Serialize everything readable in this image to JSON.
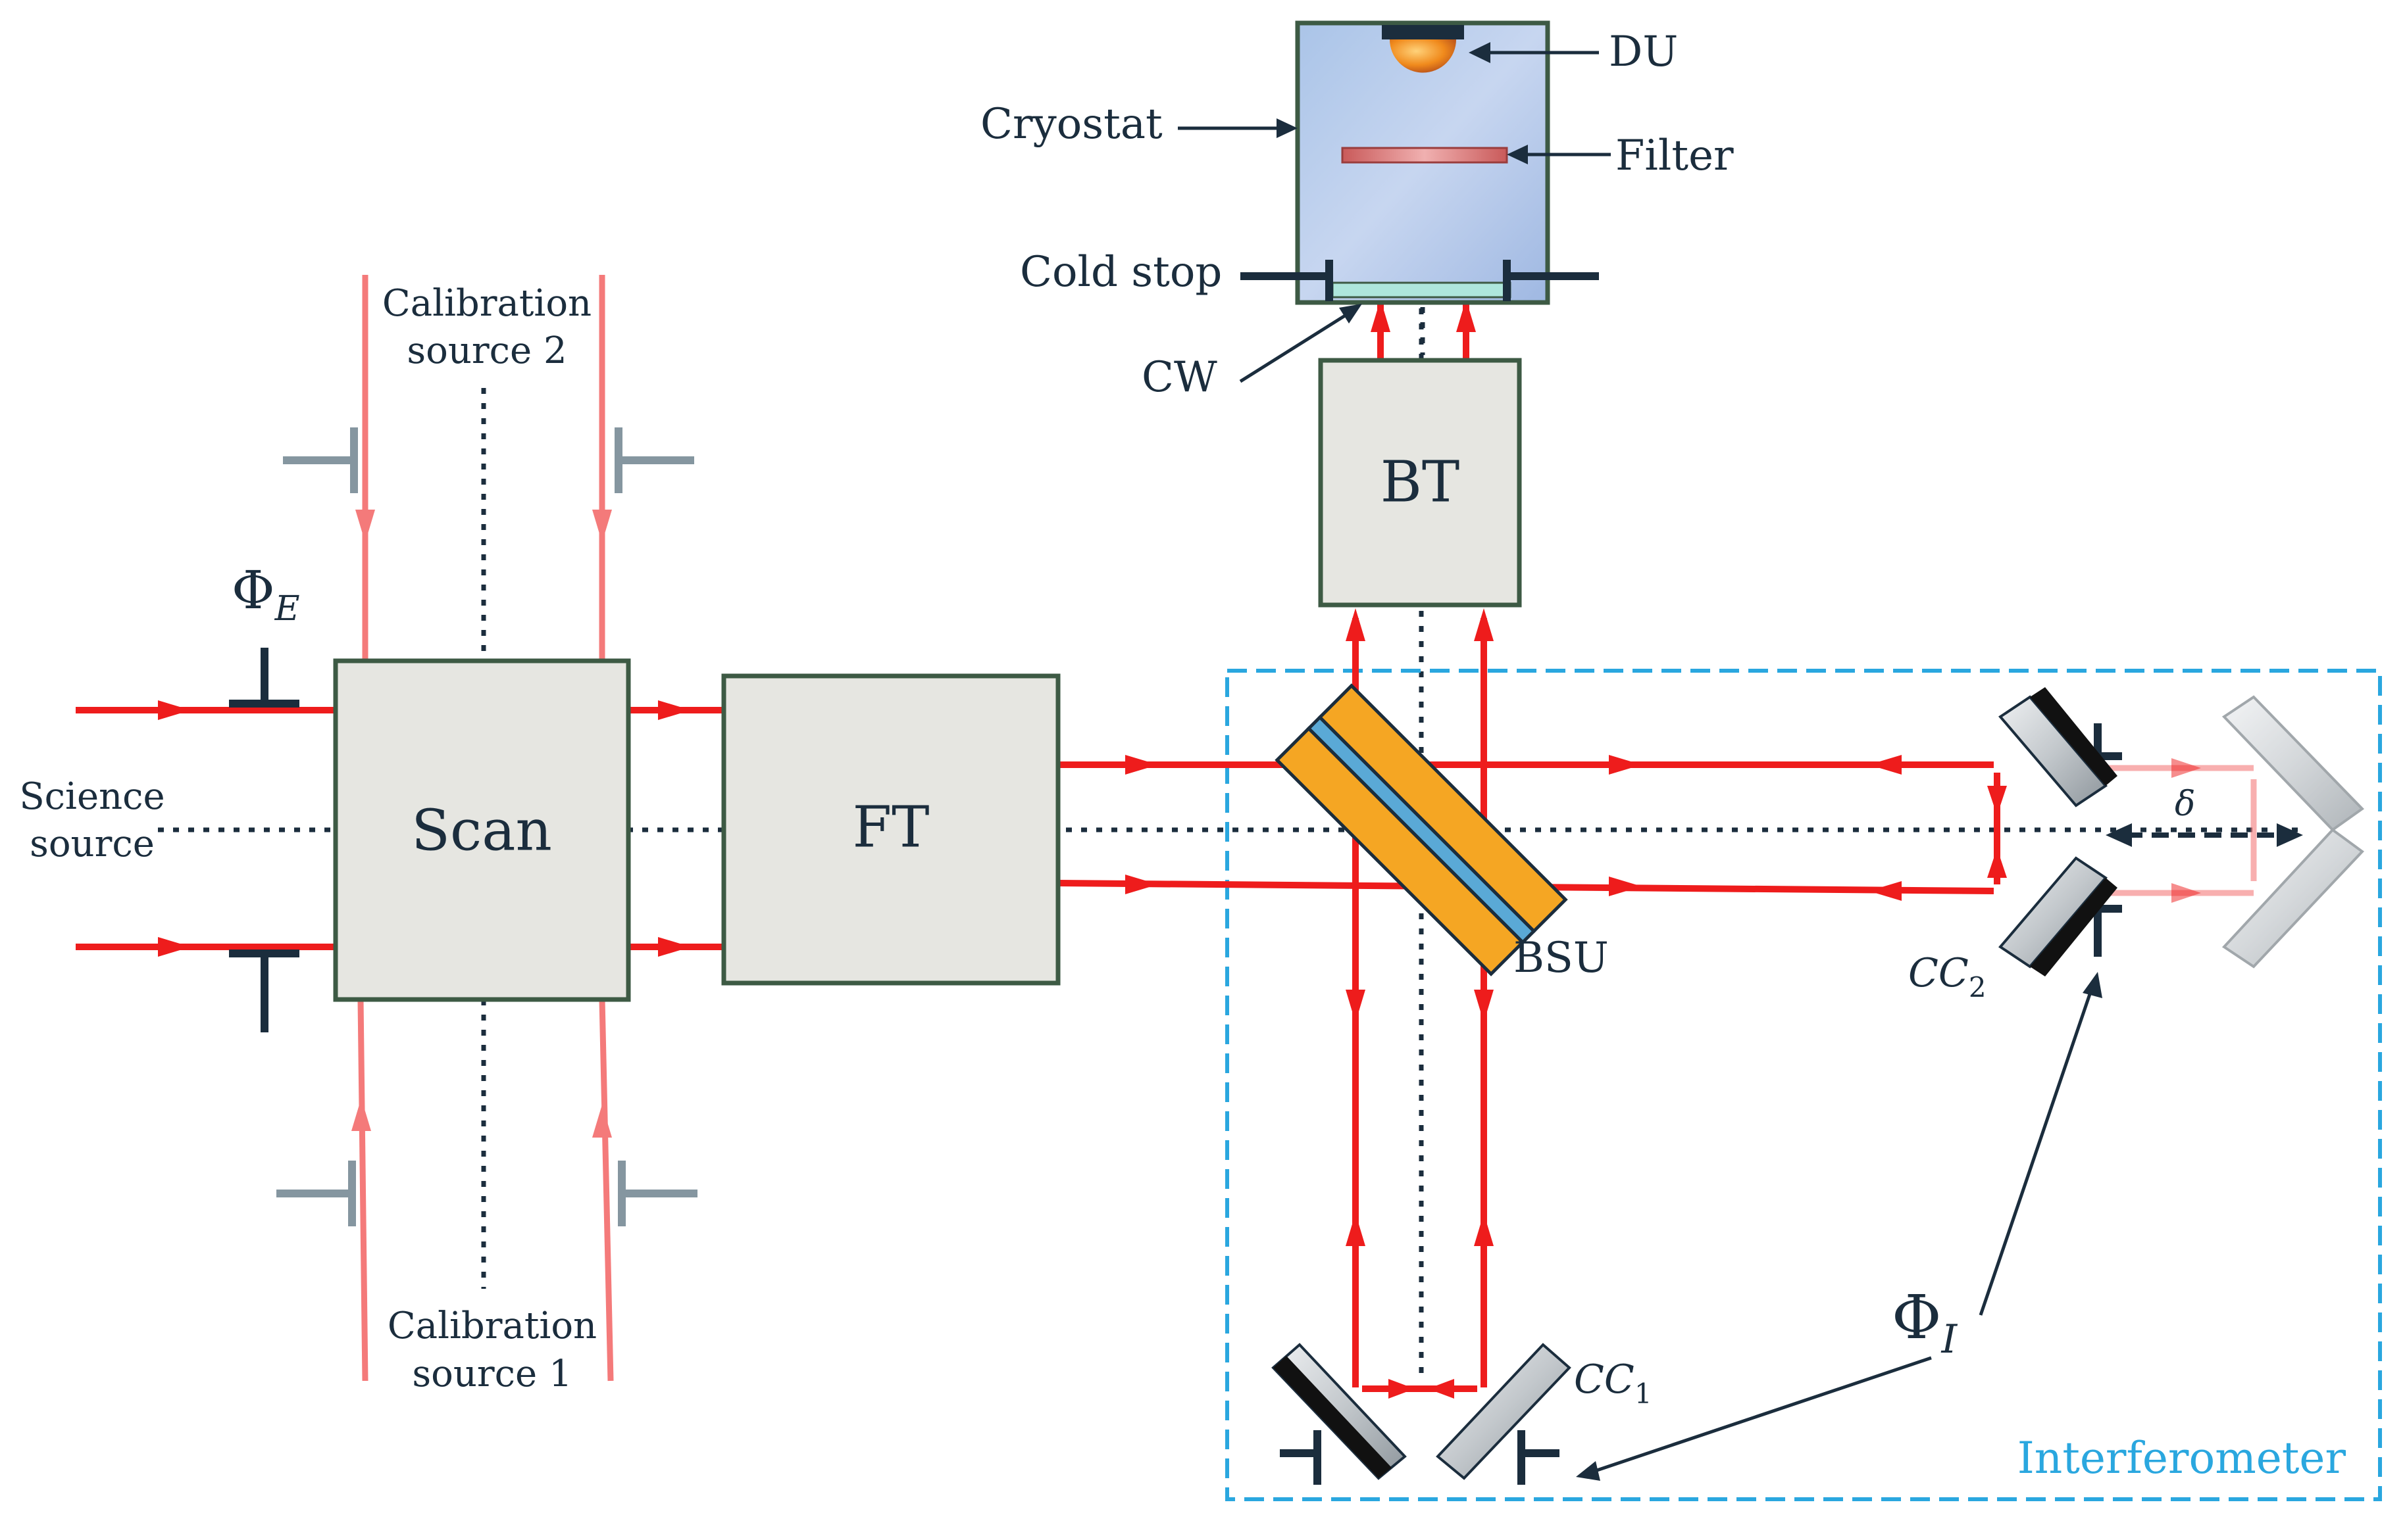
{
  "blocks": {
    "scan": "Scan",
    "ft": "FT",
    "bt": "BT"
  },
  "labels": {
    "cryostat": "Cryostat",
    "du": "DU",
    "filter": "Filter",
    "cold_stop": "Cold stop",
    "cw": "CW",
    "cal2_line1": "Calibration",
    "cal2_line2": "source 2",
    "cal1_line1": "Calibration",
    "cal1_line2": "source 1",
    "science_line1": "Science",
    "science_line2": "source",
    "phi_e_main": "Φ",
    "phi_e_sub": "E",
    "bsu": "BSU",
    "cc2_main": "CC",
    "cc2_sub": "2",
    "cc1_main": "CC",
    "cc1_sub": "1",
    "delta": "δ",
    "phi_i_main": "Φ",
    "phi_i_sub": "I",
    "interferometer": "Interferometer"
  },
  "colors": {
    "beam": "#ee1c1c",
    "cal_beam": "#f47a7a",
    "block_fill": "#e6e6e1",
    "block_stroke": "#3d5a44",
    "stop_dark": "#1b2d3d",
    "stop_grey": "#8596a0",
    "interferometer_border": "#2aa7df",
    "bsu_orange": "#f5a623",
    "bsu_blue": "#5aa9d6"
  }
}
